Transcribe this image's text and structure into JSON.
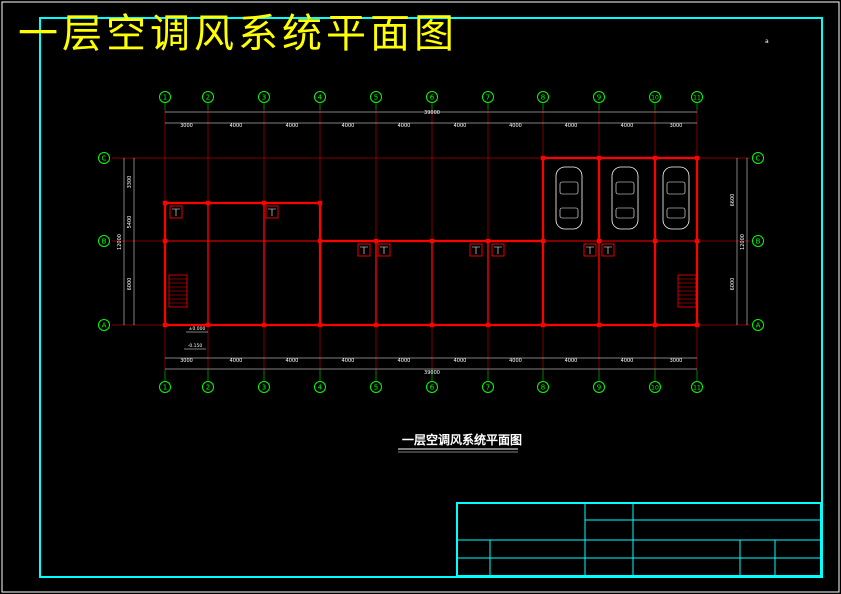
{
  "drawing": {
    "title": "一层空调风系统平面图",
    "subtitle": "一层空调风系统平面图",
    "sheet_mark": "a"
  },
  "grid": {
    "columns": [
      "1",
      "2",
      "3",
      "4",
      "5",
      "6",
      "7",
      "8",
      "9",
      "10",
      "11"
    ],
    "rows": [
      "A",
      "B",
      "C"
    ],
    "total_length": "39000",
    "spans": [
      "3000",
      "4000",
      "4000",
      "4000",
      "4000",
      "4000",
      "4000",
      "4000",
      "4000",
      "3000"
    ],
    "left_dims": [
      "3300",
      "5400",
      "6000",
      "12000"
    ],
    "right_dims": [
      "6600",
      "6000",
      "12000"
    ]
  },
  "levels": [
    "±0.000",
    "-0.150"
  ],
  "colors": {
    "background": "#000000",
    "frame": "#00ffff",
    "wall": "#ff0000",
    "title": "#ffff00",
    "text": "#ffffff",
    "grid_bubble": "#00ff00",
    "dimension": "#ffffff"
  }
}
